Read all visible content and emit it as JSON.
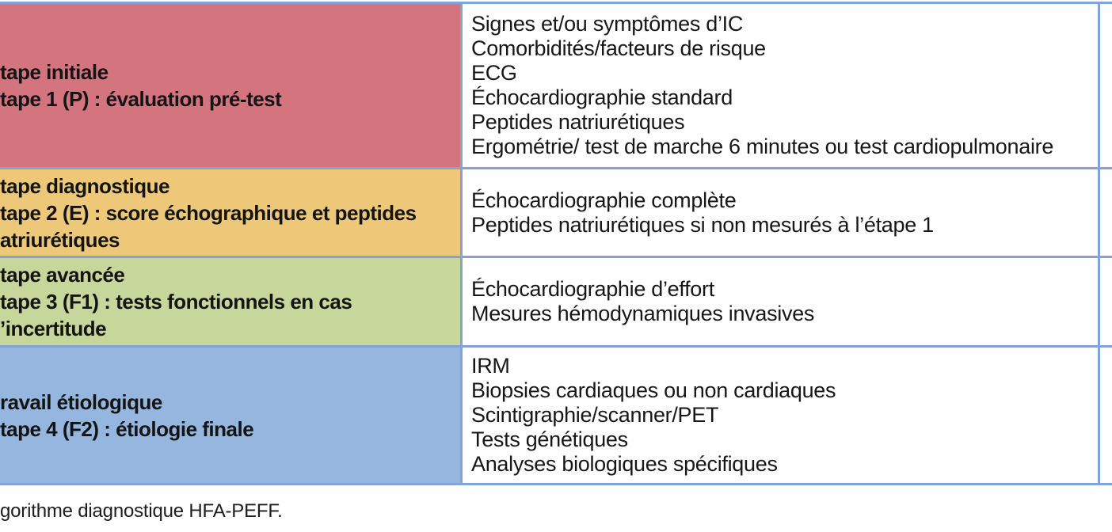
{
  "table": {
    "border_color": "#82a4d4",
    "rows": [
      {
        "stage_color": "#d3747f",
        "stage_lines": [
          "tape initiale",
          "tape 1 (P) : évaluation pré-test"
        ],
        "test_lines": [
          "Signes et/ou symptômes d’IC",
          "Comorbidités/facteurs de risque",
          "ECG",
          "Échocardiographie standard",
          "Peptides natriurétiques",
          "Ergométrie/ test de marche 6 minutes ou test cardiopulmonaire"
        ]
      },
      {
        "stage_color": "#edc878",
        "stage_lines": [
          "tape diagnostique",
          "tape 2 (E) : score échographique et peptides",
          "atriurétiques"
        ],
        "test_lines": [
          "Échocardiographie complète",
          "Peptides natriurétiques si non mesurés à l’étape 1"
        ]
      },
      {
        "stage_color": "#c7d69a",
        "stage_lines": [
          "tape avancée",
          "tape 3 (F1) : tests fonctionnels en cas",
          "’incertitude"
        ],
        "test_lines": [
          "Échocardiographie d’effort",
          "Mesures hémodynamiques invasives"
        ]
      },
      {
        "stage_color": "#95b6df",
        "stage_lines": [
          "ravail étiologique",
          "tape 4 (F2) : étiologie finale"
        ],
        "test_lines": [
          "IRM",
          "Biopsies cardiaques ou non cardiaques",
          "Scintigraphie/scanner/PET",
          "Tests génétiques",
          "Analyses biologiques spécifiques"
        ]
      }
    ]
  },
  "caption": {
    "text": "gorithme diagnostique HFA-PEFF."
  }
}
